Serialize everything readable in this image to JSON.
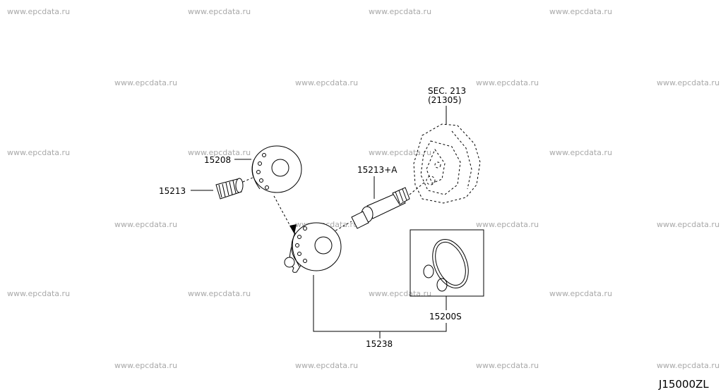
{
  "watermark": "www.epcdata.ru",
  "diagram_code": "J15000ZL",
  "callouts": {
    "sec_ref_line1": "SEC. 213",
    "sec_ref_line2": "(21305)",
    "filter_bracket": "15208",
    "connector_stud": "15213",
    "center_bolt": "15213+A",
    "filter_assembly": "15238",
    "gasket_kit": "15200S"
  }
}
